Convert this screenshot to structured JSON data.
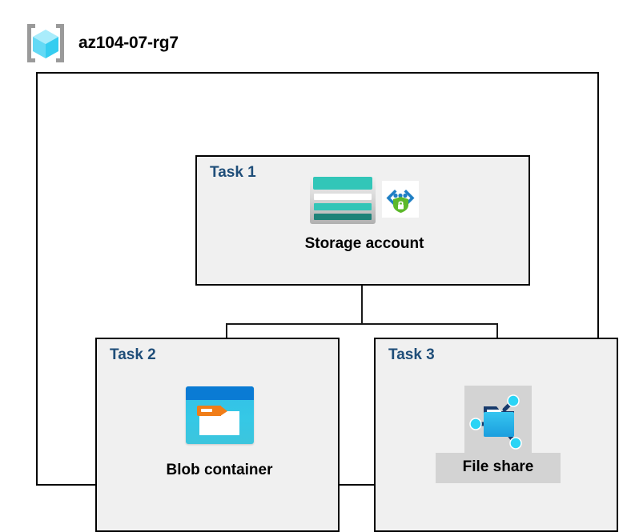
{
  "header": {
    "icon": "resource-group-icon",
    "title": "az104-07-rg7"
  },
  "diagram": {
    "container_name": "resource-group-container",
    "tasks": [
      {
        "id": "task1",
        "label": "Task 1",
        "node_caption": "Storage account",
        "icons": [
          "storage-account-icon",
          "private-endpoint-secure-icon"
        ],
        "caption_banded": false
      },
      {
        "id": "task2",
        "label": "Task 2",
        "node_caption": "Blob container",
        "icons": [
          "blob-container-icon"
        ],
        "caption_banded": false
      },
      {
        "id": "task3",
        "label": "Task 3",
        "node_caption": "File share",
        "icons": [
          "file-share-icon"
        ],
        "caption_banded": true
      }
    ],
    "connectors": [
      {
        "name": "storage-to-bus-trunk",
        "from": "Storage account",
        "to": "branch-bus"
      },
      {
        "name": "bus-to-blob-container",
        "from": "branch-bus",
        "to": "Blob container"
      },
      {
        "name": "bus-to-file-share",
        "from": "branch-bus",
        "to": "File share"
      }
    ]
  },
  "colors": {
    "task_label": "#1f4e79",
    "box_border": "#000000",
    "box_fill": "#f0f0f0",
    "page_background": "#ffffff",
    "connector": "#1a1a1a",
    "storage_teal": "#32c6b8",
    "storage_teal_dark": "#1d8278",
    "blob_blue": "#0a7bd4",
    "blob_cyan": "#35c8e6",
    "blob_orange": "#f07d18",
    "secure_green": "#5cb82b",
    "secure_bracket_blue": "#1f7fc4",
    "fileshare_band": "#d3d3d3",
    "rg_cube_cyan": "#8fe3f7",
    "rg_bracket_gray": "#9a9a9a"
  }
}
